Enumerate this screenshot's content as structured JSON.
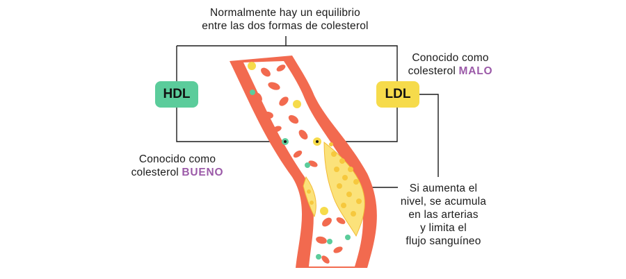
{
  "top_note": {
    "line1": "Normalmente hay un equilibrio",
    "line2": "entre las dos formas de colesterol"
  },
  "hdl": {
    "label": "HDL",
    "note_line1": "Conocido como",
    "note_line2_prefix": "colesterol ",
    "note_line2_emphasis": "BUENO"
  },
  "ldl": {
    "label": "LDL",
    "note_line1": "Conocido como",
    "note_line2_prefix": "colesterol ",
    "note_line2_emphasis": "MALO"
  },
  "rise_note": {
    "line1": "Si aumenta el",
    "line2": "nivel, se acumula",
    "line3": "en las arterias",
    "line4": "y limita el",
    "line5": "flujo sanguíneo"
  },
  "colors": {
    "artery_wall": "#f26a4f",
    "red_cell": "#f26a4f",
    "hdl_green": "#5bcc9b",
    "ldl_yellow": "#f6db4b",
    "emphasis_purple": "#9b5aa8",
    "plaque_fill": "#fbe27a",
    "connector_line": "#1a1a1a"
  }
}
